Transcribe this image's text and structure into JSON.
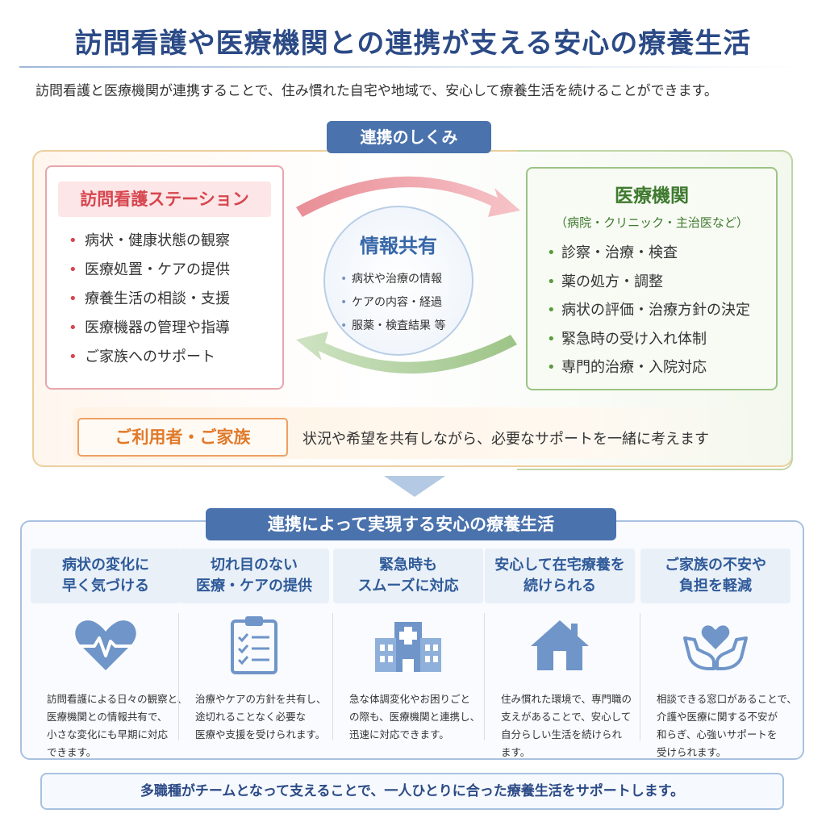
{
  "title": "訪問看護や医療機関との連携が支える安心の療養生活",
  "intro": "訪問看護と医療機関が連携することで、住み慣れた自宅や地域で、安心して療養生活を続けることができます。",
  "mechanism": {
    "label": "連携のしくみ",
    "station": {
      "title": "訪問看護ステーション",
      "items": [
        "病状・健康状態の観察",
        "医療処置・ケアの提供",
        "療養生活の相談・支援",
        "医療機器の管理や指導",
        "ご家族へのサポート"
      ]
    },
    "medical": {
      "title": "医療機関",
      "subtitle": "（病院・クリニック・主治医など）",
      "items": [
        "診察・治療・検査",
        "薬の処方・調整",
        "病状の評価・治療方針の決定",
        "緊急時の受け入れ体制",
        "専門的治療・入院対応"
      ]
    },
    "share": {
      "title": "情報共有",
      "items": [
        "病状や治療の情報",
        "ケアの内容・経過",
        "服薬・検査結果 等"
      ]
    },
    "user": {
      "label": "ご利用者・ご家族",
      "text": "状況や希望を共有しながら、必要なサポートを一緒に考えます"
    },
    "colors": {
      "station": "#d7464e",
      "medical": "#3f7a2f",
      "share": "#3767a8",
      "user": "#e07a2b"
    }
  },
  "realize": {
    "label": "連携によって実現する安心の療養生活",
    "cards": [
      {
        "title": [
          "病状の変化に",
          "早く気づける"
        ],
        "icon": "heart-pulse-icon",
        "desc": [
          "訪問看護による日々の観察と、",
          "医療機関との情報共有で、",
          "小さな変化にも早期に対応",
          "できます。"
        ]
      },
      {
        "title": [
          "切れ目のない",
          "医療・ケアの提供"
        ],
        "icon": "checklist-icon",
        "desc": [
          "治療やケアの方針を共有し、",
          "途切れることなく必要な",
          "医療や支援を受けられます。"
        ]
      },
      {
        "title": [
          "緊急時も",
          "スムーズに対応"
        ],
        "icon": "hospital-icon",
        "desc": [
          "急な体調変化やお困りごと",
          "の際も、医療機関と連携し、",
          "迅速に対応できます。"
        ]
      },
      {
        "title": [
          "安心して在宅療養を",
          "続けられる"
        ],
        "icon": "house-icon",
        "desc": [
          "住み慣れた環境で、専門職の",
          "支えがあることで、安心して",
          "自分らしい生活を続けられ",
          "ます。"
        ]
      },
      {
        "title": [
          "ご家族の不安や",
          "負担を軽減"
        ],
        "icon": "hands-heart-icon",
        "desc": [
          "相談できる窓口があることで、",
          "介護や医療に関する不安が",
          "和らぎ、心強いサポートを",
          "受けられます。"
        ]
      }
    ]
  },
  "footer": "多職種がチームとなって支えることで、一人ひとりに合った療養生活をサポートします。",
  "accent": "#2b4a86"
}
